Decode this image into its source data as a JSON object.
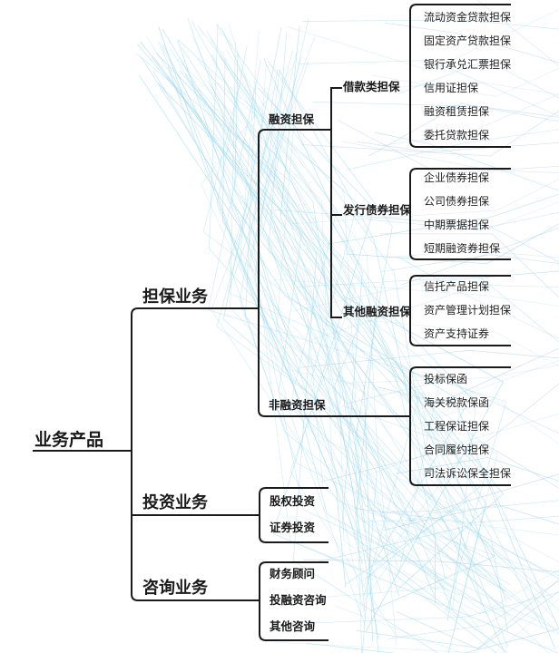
{
  "root": {
    "label": "业务产品"
  },
  "branches": [
    {
      "label": "担保业务",
      "children": [
        {
          "label": "融资担保",
          "children": [
            {
              "label": "借款类担保",
              "items": [
                "流动资金贷款担保",
                "固定资产贷款担保",
                "银行承兑汇票担保",
                "信用证担保",
                "融资租赁担保",
                "委托贷款担保"
              ]
            },
            {
              "label": "发行债券担保",
              "items": [
                "企业债券担保",
                "公司债券担保",
                "中期票据担保",
                "短期融资券担保"
              ]
            },
            {
              "label": "其他融资担保",
              "items": [
                "信托产品担保",
                "资产管理计划担保",
                "资产支持证券"
              ]
            }
          ]
        },
        {
          "label": "非融资担保",
          "items": [
            "投标保函",
            "海关税款保函",
            "工程保证担保",
            "合同履约担保",
            "司法诉讼保全担保"
          ]
        }
      ]
    },
    {
      "label": "投资业务",
      "items": [
        "股权投资",
        "证券投资"
      ]
    },
    {
      "label": "咨询业务",
      "items": [
        "财务顾问",
        "投融资咨询",
        "其他咨询"
      ]
    }
  ],
  "colors": {
    "line": "#1a1a1a",
    "bg_line": "#9fd8ee",
    "bg_line_alt": "#b7cfe8"
  }
}
